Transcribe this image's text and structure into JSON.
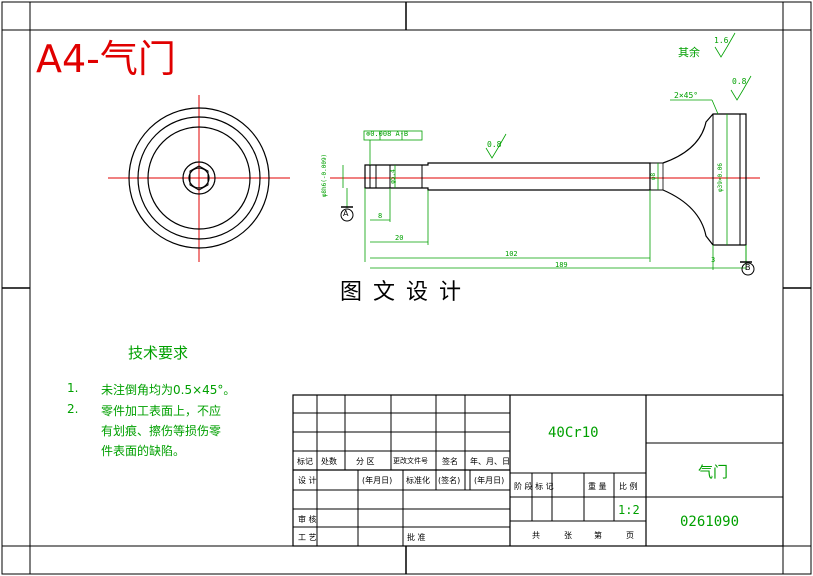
{
  "title": "A4-气门",
  "roughness_note": {
    "label": "其余",
    "value": "1.6"
  },
  "roughness_face": "0.8",
  "roughness_stem": "0.8",
  "chamfer": "2×45°",
  "datum_a": "A",
  "datum_b": "B",
  "tolerance_frame": "⊚0.008 A-B",
  "dims": {
    "d1": "φ8h6(-0.009)",
    "d2": "φ5.4",
    "d3": "φ8",
    "d4": "φ39×0.06",
    "l8": "8",
    "l20": "20",
    "l102": "102",
    "l189": "189",
    "l3": "3"
  },
  "watermark": "图 文 设 计",
  "tech_req": {
    "heading": "技术要求",
    "items": [
      {
        "num": "1.",
        "lines": [
          "未注倒角均为0.5×45°。"
        ]
      },
      {
        "num": "2.",
        "lines": [
          "零件加工表面上，不应",
          "有划痕、擦伤等损伤零",
          "件表面的缺陷。"
        ]
      }
    ]
  },
  "title_block": {
    "material": "40Cr10",
    "part_name": "气门",
    "drawing_no": "0261090",
    "scale": "1:2",
    "rev_headers": [
      "标记",
      "处数",
      "分 区",
      "更改文件号",
      "签名",
      "年、月、日"
    ],
    "row_design": [
      "设 计",
      "(年月日)",
      "标准化",
      "(签名)",
      "(年月日)"
    ],
    "row_review": "审 核",
    "row_process": "工 艺",
    "approve": "批 准",
    "stage_headers": [
      "阶 段 标 记",
      "重 量",
      "比 例"
    ],
    "sheet": [
      "共",
      "张",
      "第",
      "页"
    ]
  }
}
